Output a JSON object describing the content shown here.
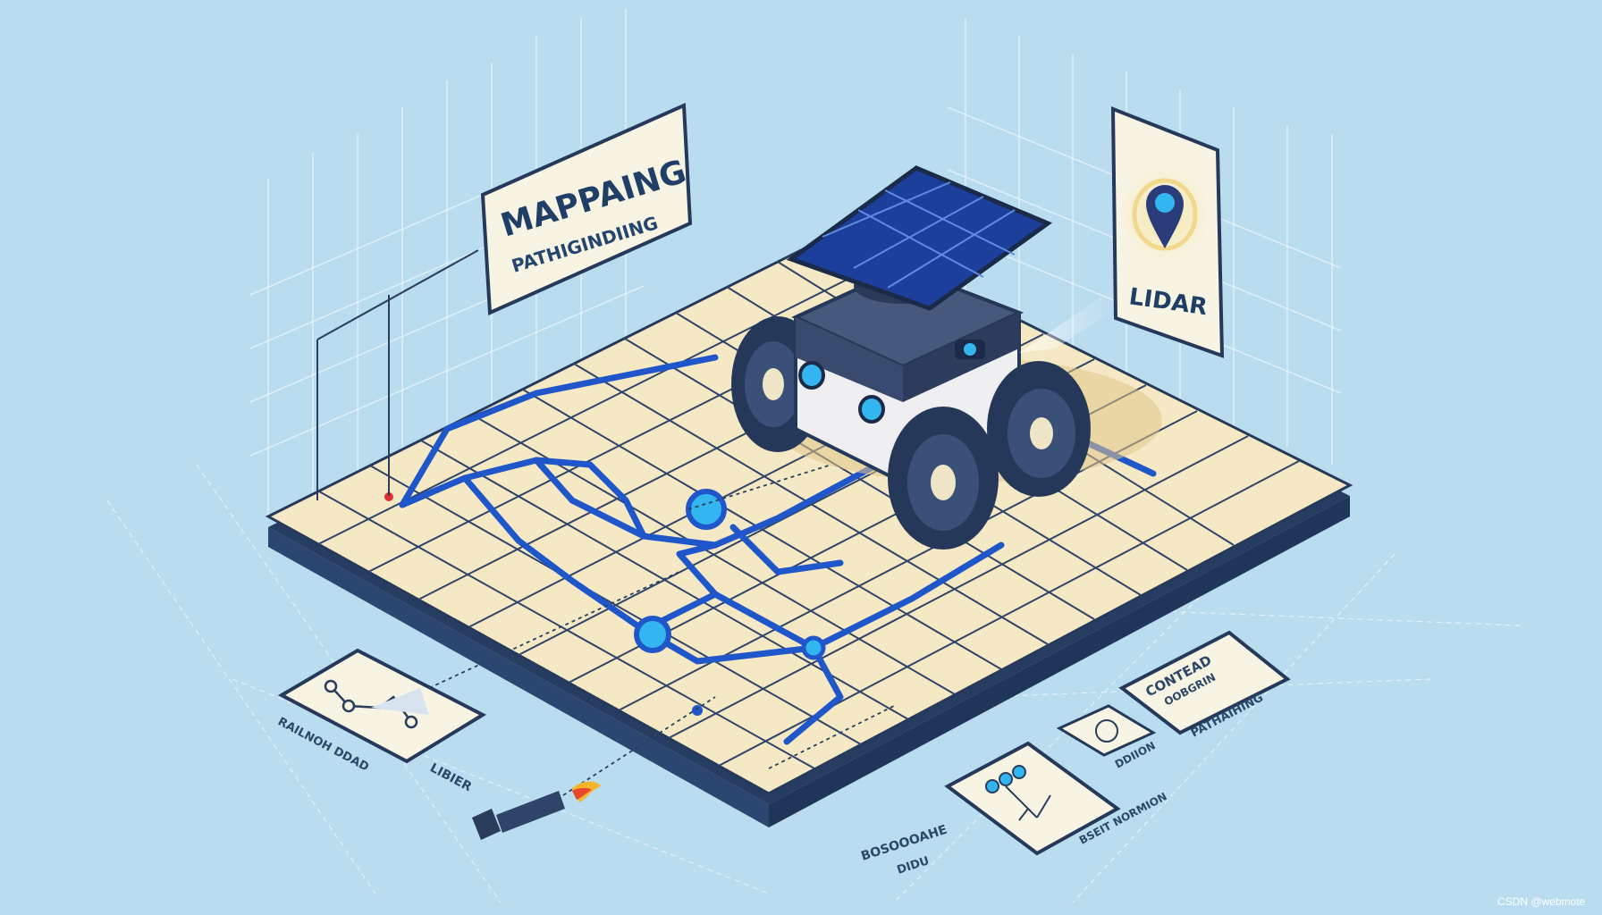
{
  "signs": {
    "mapping_title": "MAPPAING",
    "mapping_subtitle": "PATHIGINDIING",
    "lidar_label": "LIDAR"
  },
  "labels": {
    "left_card_caption": "RAILNOH DDAD",
    "left_lower_caption": "LIBIER",
    "right_card_line1": "CONTEAD",
    "right_card_line2": "OOBGRIN",
    "right_card_line3": "PATHAIHING",
    "center_card_caption_right": "DDIION",
    "center_card_caption_bottom": "BSEIT NORMION",
    "bottom_left_caption_line1": "BOSOOOAHE",
    "bottom_left_caption_line2": "DIDU"
  },
  "watermark": "CSDN @webmote",
  "colors": {
    "background": "#b9dcef",
    "floor": "#f4e9c4",
    "path": "#1f56c9",
    "robot_dark": "#2f3e5c",
    "accent_blue": "#33b6f0"
  },
  "icons": [
    "location-pin-icon",
    "solar-panel-icon",
    "flame-icon",
    "graph-nodes-icon",
    "tree-diagram-icon"
  ]
}
